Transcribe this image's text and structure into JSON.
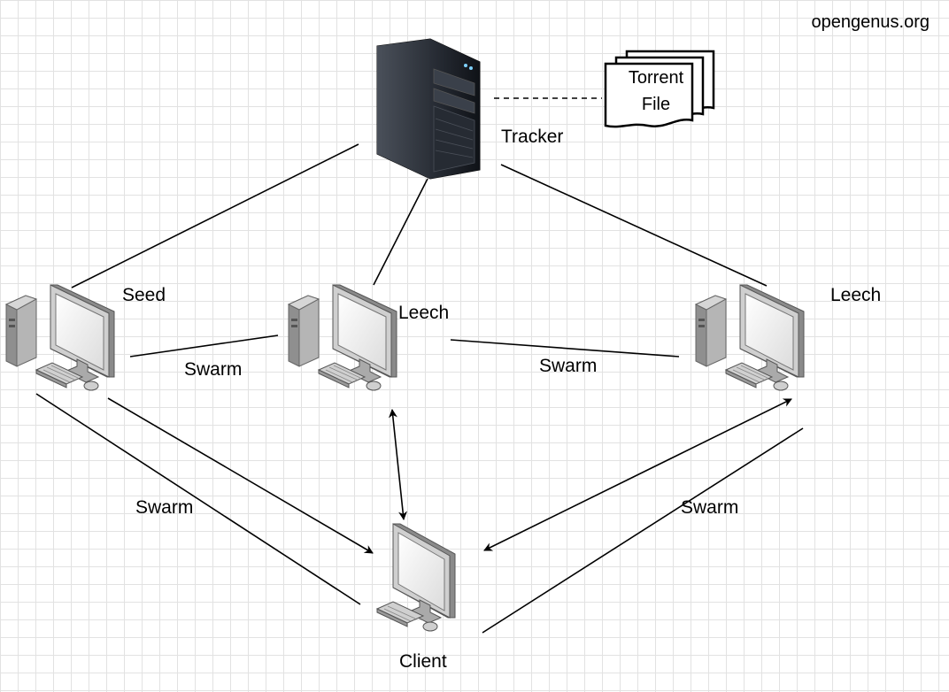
{
  "watermark": "opengenus.org",
  "torrent_file": {
    "line1": "Torrent",
    "line2": "File"
  },
  "nodes": {
    "tracker": "Tracker",
    "seed": "Seed",
    "leech_center": "Leech",
    "leech_right": "Leech",
    "client": "Client"
  },
  "edges": {
    "swarm_seed_leech": "Swarm",
    "swarm_leech_leech": "Swarm",
    "swarm_seed_client": "Swarm",
    "swarm_leech_client": "Swarm"
  }
}
